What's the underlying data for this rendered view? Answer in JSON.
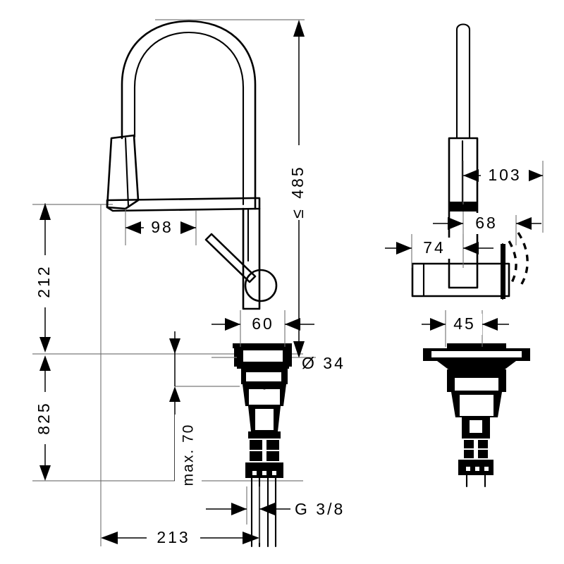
{
  "document": {
    "type": "technical-dimension-drawing",
    "subject": "Pull-down kitchen mixer faucet",
    "views": [
      "front-elevation",
      "side-elevation"
    ],
    "units": "mm",
    "background_color": "#ffffff",
    "line_color": "#000000",
    "reference_line_color": "#7a7a7a"
  },
  "dimensions": {
    "overall_height": "≤485",
    "spout_reach": "98",
    "installation_height_upper": "212",
    "installation_height_lower": "825",
    "body_width": "60",
    "hole_diameter": "Ø 34",
    "max_deck_thickness": "max. 70",
    "supply_thread": "G 3/8",
    "footprint_depth": "213",
    "side_top_offset": "103",
    "side_mid_offset": "68",
    "side_handle_offset": "74",
    "side_base_width": "45"
  },
  "labels": {
    "height_total": "485",
    "height_total_prefix": "≤",
    "reach": "98",
    "dim_212": "212",
    "dim_825": "825",
    "dim_60": "60",
    "dim_diameter": "Ø  34",
    "dim_max70": "max. 70",
    "dim_g38": "G 3/8",
    "dim_213": "213",
    "dim_103": "103",
    "dim_68": "68",
    "dim_74": "74",
    "dim_45": "45"
  },
  "parts": {
    "front_view": {
      "name": "front-elevation-faucet",
      "components": [
        "gooseneck-spout-arch",
        "pull-down-spray-head",
        "lever-handle",
        "body-column",
        "escutcheon-base",
        "threaded-shank",
        "supply-hose"
      ]
    },
    "side_view": {
      "name": "side-elevation-faucet",
      "components": [
        "spray-head-column",
        "body-column",
        "swivel-handle",
        "swivel-arc-indicator",
        "escutcheon-base",
        "threaded-shank",
        "supply-hose"
      ]
    }
  }
}
